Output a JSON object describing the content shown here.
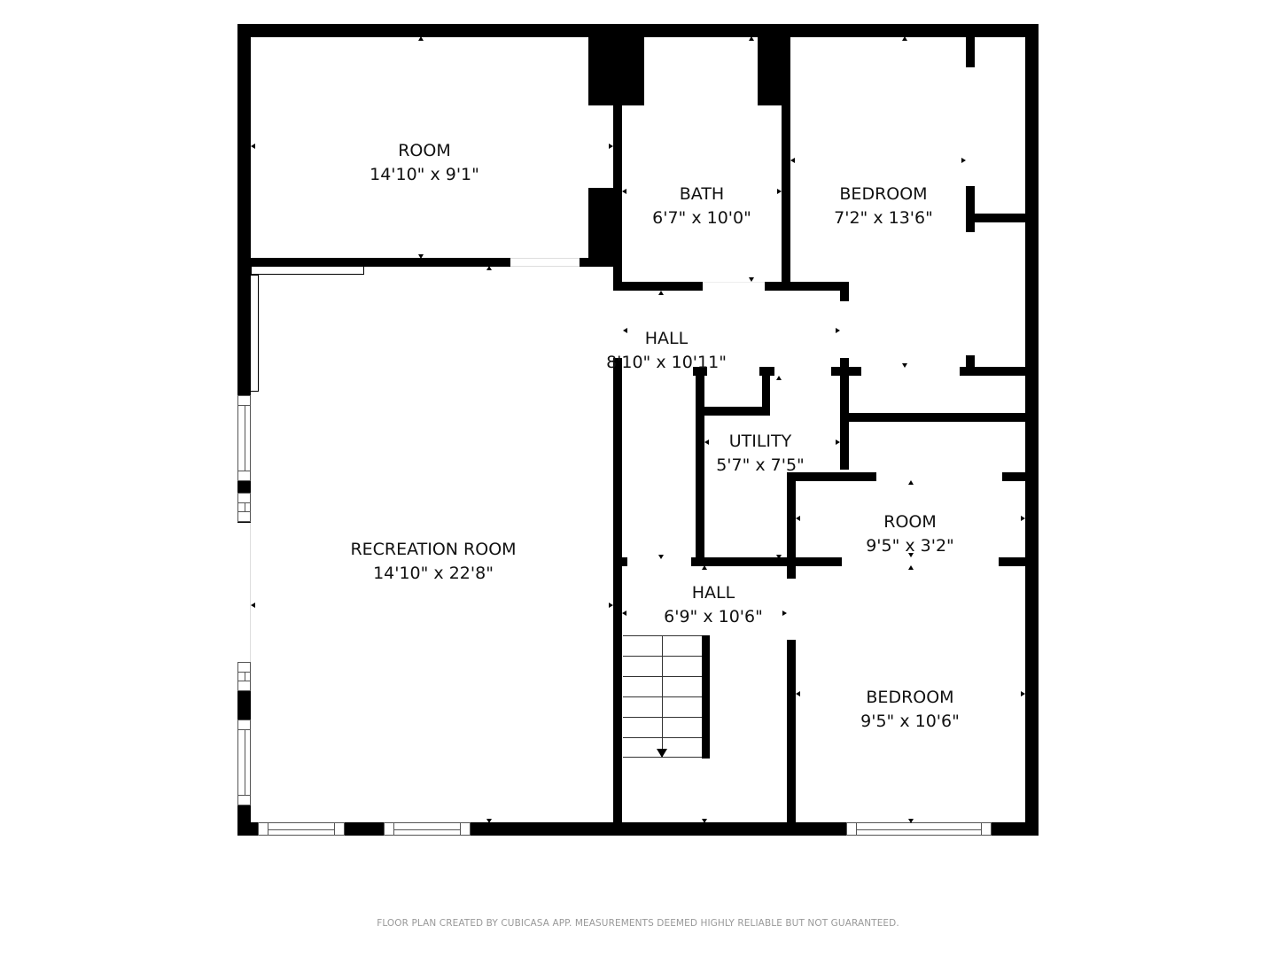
{
  "rooms": {
    "room_top_left": {
      "name": "ROOM",
      "dimensions": "14'10\" x 9'1\""
    },
    "bath": {
      "name": "BATH",
      "dimensions": "6'7\" x 10'0\""
    },
    "bedroom_top_right": {
      "name": "BEDROOM",
      "dimensions": "7'2\" x 13'6\""
    },
    "hall_upper": {
      "name": "HALL",
      "dimensions": "8'10\" x 10'11\""
    },
    "utility": {
      "name": "UTILITY",
      "dimensions": "5'7\" x 7'5\""
    },
    "room_small": {
      "name": "ROOM",
      "dimensions": "9'5\" x 3'2\""
    },
    "recreation_room": {
      "name": "RECREATION ROOM",
      "dimensions": "14'10\" x 22'8\""
    },
    "hall_lower": {
      "name": "HALL",
      "dimensions": "6'9\" x 10'6\""
    },
    "bedroom_bottom_right": {
      "name": "BEDROOM",
      "dimensions": "9'5\" x 10'6\""
    }
  },
  "footer": {
    "disclaimer": "FLOOR PLAN CREATED BY CUBICASA APP. MEASUREMENTS DEEMED HIGHLY RELIABLE BUT NOT GUARANTEED."
  },
  "colors": {
    "wall": "#000000",
    "background": "#ffffff",
    "footer_text": "#999999"
  }
}
